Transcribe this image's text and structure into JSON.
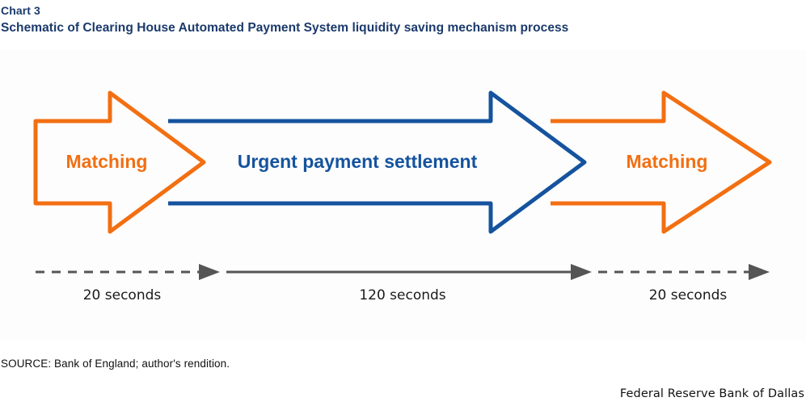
{
  "header": {
    "chart_label": "Chart 3",
    "title": "Schematic of Clearing House Automated Payment System liquidity saving mechanism process"
  },
  "figure": {
    "stage1_label": "Matching",
    "stage2_label": "Urgent payment settlement",
    "stage3_label": "Matching",
    "timeline": {
      "segment1_label": "20 seconds",
      "segment2_label": "120 seconds",
      "segment3_label": "20 seconds"
    }
  },
  "footer": {
    "source": "SOURCE: Bank of England; author's rendition.",
    "organization": "Federal Reserve Bank of Dallas"
  },
  "colors": {
    "orange": "#f26f12",
    "blue": "#15539e",
    "title_navy": "#1b3a6b",
    "timeline_gray": "#555555",
    "text_black": "#111111",
    "panel_background": "#fdfdfd"
  },
  "chart_data": {
    "type": "diagram",
    "title": "Schematic of Clearing House Automated Payment System liquidity saving mechanism process",
    "stages": [
      {
        "name": "Matching",
        "duration_seconds": 20,
        "color": "#f26f12",
        "line_style": "dashed"
      },
      {
        "name": "Urgent payment settlement",
        "duration_seconds": 120,
        "color": "#15539e",
        "line_style": "solid"
      },
      {
        "name": "Matching",
        "duration_seconds": 20,
        "color": "#f26f12",
        "line_style": "dashed"
      }
    ],
    "xlabel": "",
    "ylabel": "",
    "legend": []
  }
}
